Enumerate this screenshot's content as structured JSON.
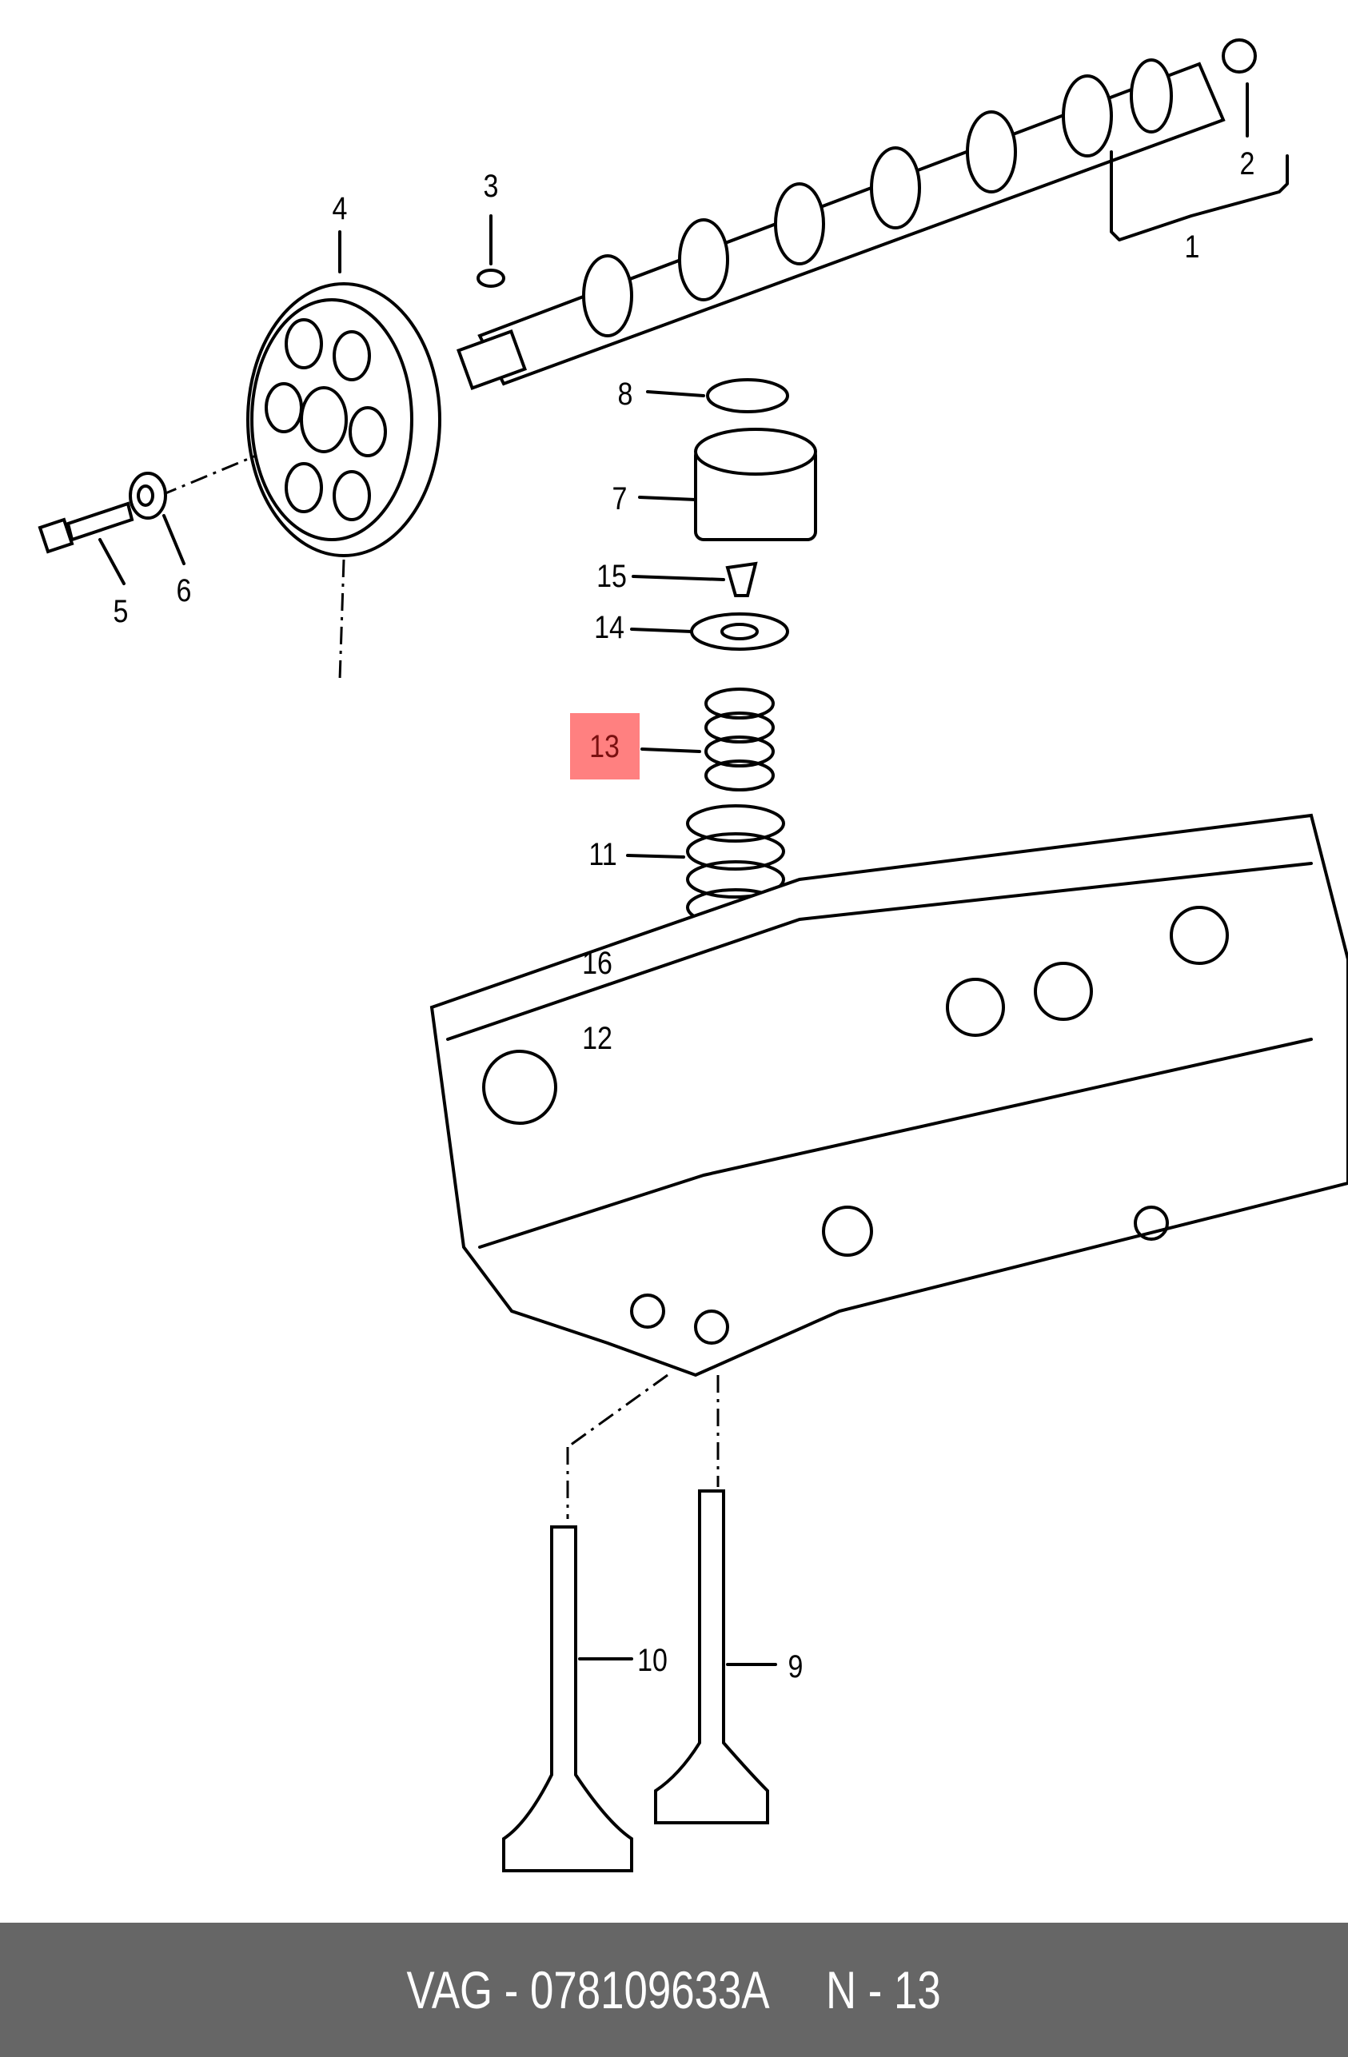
{
  "diagram": {
    "callouts": [
      "1",
      "2",
      "3",
      "4",
      "5",
      "6",
      "7",
      "8",
      "9",
      "10",
      "11",
      "12",
      "13",
      "14",
      "15",
      "16"
    ],
    "highlighted_callout": "13",
    "highlight_color": "#ff8080"
  },
  "footer": {
    "brand": "VAG",
    "part_number": "078109633A",
    "position_label": "N - 13",
    "text": "VAG - 078109633A     N - 13",
    "background": "#666666"
  }
}
